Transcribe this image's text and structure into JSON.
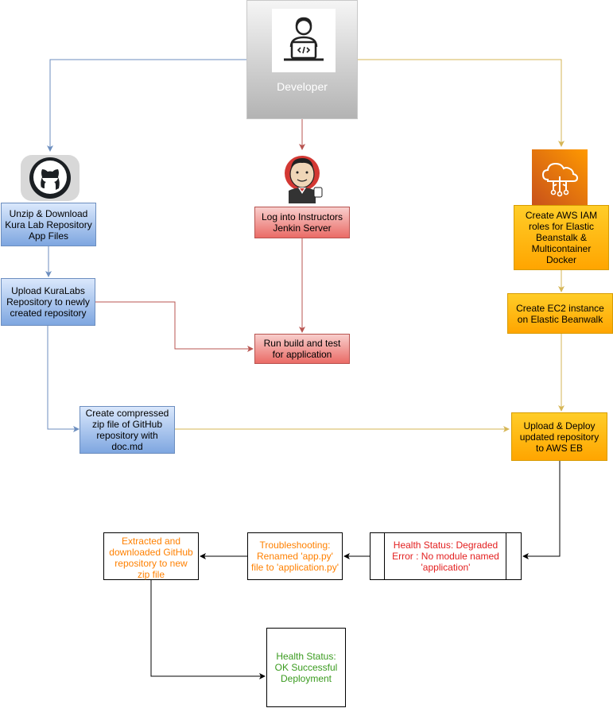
{
  "developer": {
    "label": "Developer",
    "icon": "developer-laptop-icon"
  },
  "icons": {
    "github": "github-icon",
    "jenkins": "jenkins-icon",
    "aws": "aws-elastic-beanstalk-icon"
  },
  "nodes": {
    "unzip": "Unzip & Download Kura Lab Repository App Files",
    "upload_repo": "Upload KuraLabs Repository to newly created repository",
    "compress": "Create compressed zip file of GitHub repository with doc.md",
    "jenkins_login": "Log into Instructors Jenkin Server",
    "build_test": "Run build and test for application",
    "iam_roles": "Create AWS IAM roles for Elastic Beanstalk & Multicontainer Docker",
    "ec2": "Create EC2 instance on Elastic Beanwalk",
    "deploy": "Upload & Deploy updated repository to AWS EB",
    "degraded": "Health Status: Degraded Error : No module named 'application'",
    "troubleshoot": "Troubleshooting: Renamed 'app.py' file to 'application.py'",
    "extracted": "Extracted and downloaded GitHub repository to new zip file",
    "ok": "Health Status: OK Successful Deployment"
  },
  "colors": {
    "blue_edge": "#6c8ebf",
    "red_edge": "#b85450",
    "orange_edge": "#d6b656",
    "black_edge": "#000000",
    "orange_text": "#ff8000",
    "red_text": "#e32020",
    "green_text": "#3a9b1f"
  }
}
